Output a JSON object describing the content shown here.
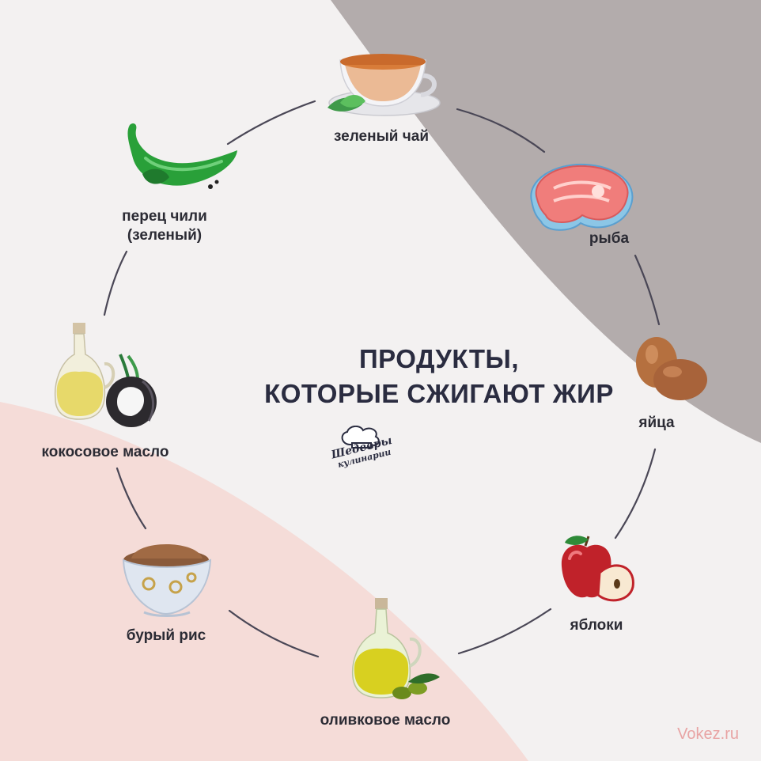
{
  "title_lines": [
    "ПРОДУКТЫ,",
    "КОТОРЫЕ СЖИГАЮТ ЖИР"
  ],
  "logo_lines": [
    "Шедевры",
    "кулинарии"
  ],
  "watermark": "Vokez.ru",
  "items": [
    {
      "label": "зеленый чай",
      "icon": "tea-cup-icon"
    },
    {
      "label": "рыба",
      "icon": "fish-steak-icon"
    },
    {
      "label": "яйца",
      "icon": "eggs-icon"
    },
    {
      "label": "яблоки",
      "icon": "apple-icon"
    },
    {
      "label": "оливковое масло",
      "icon": "olive-oil-icon"
    },
    {
      "label": "бурый рис",
      "icon": "brown-rice-icon"
    },
    {
      "label": "кокосовое масло",
      "icon": "coconut-oil-icon"
    },
    {
      "label": "перец чили (зеленый)",
      "label_lines": [
        "перец чили",
        "(зеленый)"
      ],
      "icon": "chili-pepper-icon"
    }
  ],
  "colors": {
    "background": "#f3f1f1",
    "gray_band": "#b3acac",
    "pink_band": "#f5dcd8",
    "text": "#2b2b34",
    "connector": "#4a4756",
    "watermark": "#e8a4a4"
  }
}
